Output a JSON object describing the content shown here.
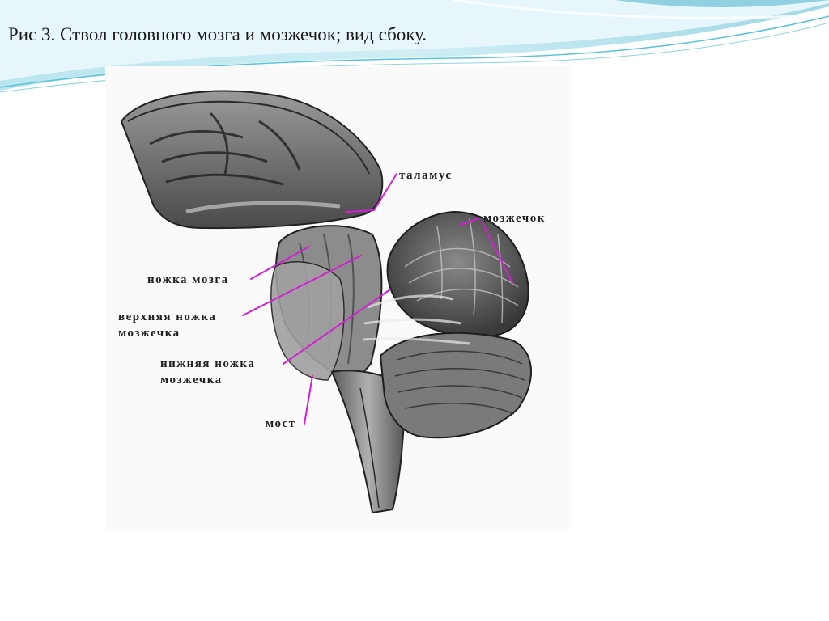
{
  "slide": {
    "title": "Рис 3. Ствол головного мозга и мозжечок; вид сбоку."
  },
  "figure": {
    "labels": {
      "thalamus": "таламус",
      "cerebellum": "мозжечок",
      "cerebral_peduncle": "ножка мозга",
      "superior_peduncle_line1": "верхняя ножка",
      "superior_peduncle_line2": "мозжечка",
      "inferior_peduncle_line1": "нижняя ножка",
      "inferior_peduncle_line2": "мозжечка",
      "pons": "мост"
    },
    "colors": {
      "leader_lines": "#d21fd2",
      "header_wave": "#5bc2d8"
    }
  }
}
